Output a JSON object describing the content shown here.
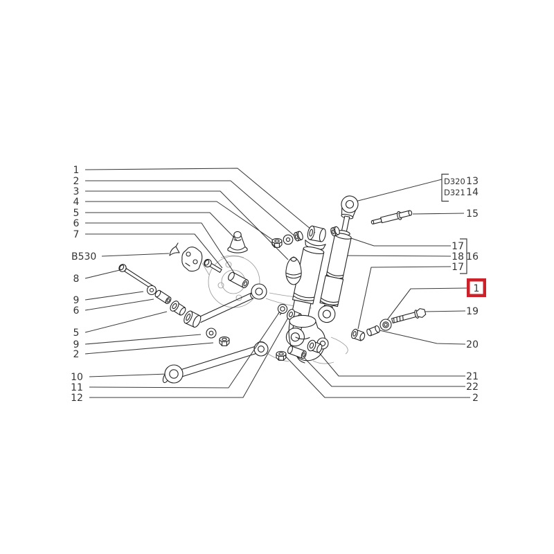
{
  "diagram": {
    "description": "Exploded parts diagram of rear suspension shock absorbers, arms and mounting hardware",
    "colors": {
      "highlight": "#cc2128",
      "leader_line": "#3a3a3a",
      "part_line": "#222222",
      "sketch_line": "#9a9a9a",
      "label_text": "#333333",
      "background": "#ffffff"
    },
    "callouts_left": {
      "c1": "1",
      "c2": "2",
      "c3": "3",
      "c4": "4",
      "c5": "5",
      "c6": "6",
      "c7": "7",
      "ref": "B530",
      "c8": "8",
      "c9": "9",
      "c6b": "6",
      "c5b": "5",
      "c9b": "9",
      "c2b": "2",
      "c10": "10",
      "c11": "11",
      "c12": "12"
    },
    "callouts_right": {
      "d320": "D320",
      "c13": "13",
      "d321": "D321",
      "c14": "14",
      "c15": "15",
      "c17a": "17",
      "c18": "18",
      "c17b": "17",
      "c16": "16",
      "sel": "1",
      "c19": "19",
      "c20": "20",
      "c21": "21",
      "c22": "22",
      "c2": "2"
    }
  }
}
